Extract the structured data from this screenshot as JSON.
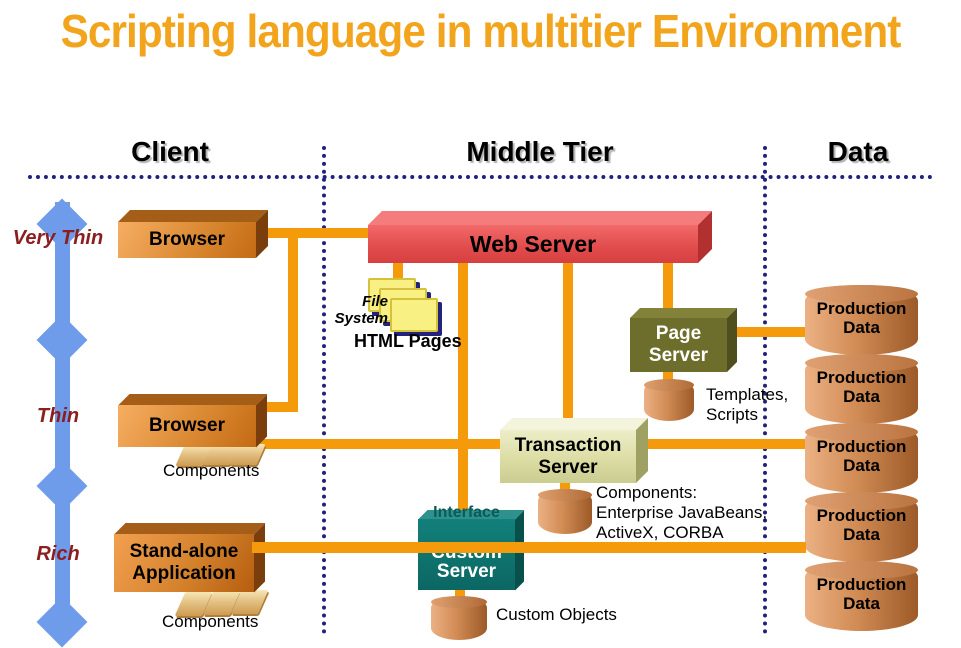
{
  "title": "Scripting language in multitier Environment",
  "columns": {
    "client": "Client",
    "middle_tier": "Middle Tier",
    "data": "Data"
  },
  "tier_labels": {
    "very_thin": "Very Thin",
    "thin": "Thin",
    "rich": "Rich"
  },
  "nodes": {
    "browser_top": "Browser",
    "browser_thin": "Browser",
    "standalone": "Stand-alone\nApplication",
    "web_server": "Web Server",
    "page_server": "Page\nServer",
    "transaction_server": "Transaction\nServer",
    "custom_server_word1": "Custom",
    "custom_server_word2": "Server",
    "interface": "Interface"
  },
  "annotations": {
    "file_system": "File\nSystem",
    "html_pages": "HTML Pages",
    "templates_scripts": "Templates,\nScripts",
    "components_browser": "Components",
    "components_standalone": "Components",
    "components_detail": "Components:\nEnterprise JavaBeans,\nActiveX, CORBA",
    "custom_objects": "Custom Objects"
  },
  "data_stores": [
    "Production Data",
    "Production Data",
    "Production Data",
    "Production Data",
    "Production Data"
  ],
  "colors": {
    "title_orange": "#F2A51C",
    "connector_orange": "#F59B0B",
    "separator_navy": "#22227E",
    "tier_axis_blue": "#6F9BEB",
    "tier_label_red": "#8B1E1E",
    "web_server_red": "#E35252",
    "browser_brown": "#C9751F",
    "page_server_olive": "#6D6D2C",
    "transaction_khaki": "#DCDDA4",
    "custom_teal": "#11807B",
    "cylinder_tan": "#C98A58",
    "pages_yellow": "#F8F083"
  }
}
